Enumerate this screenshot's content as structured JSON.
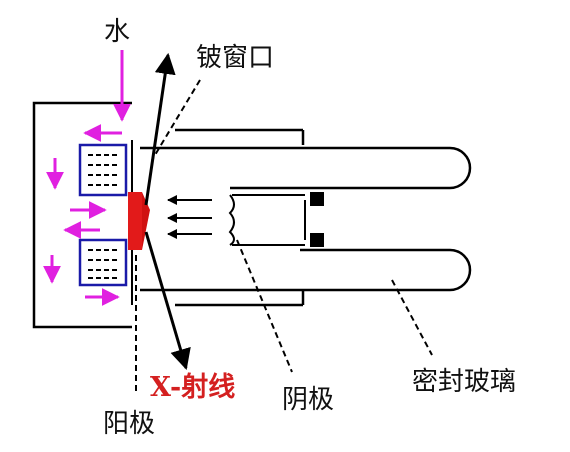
{
  "labels": {
    "water": "水",
    "window": "铍窗口",
    "xray": "X-射线",
    "anode": "阳极",
    "cathode": "阴极",
    "glass": "密封玻璃"
  },
  "colors": {
    "flow": "#e020e0",
    "target": "#e21a1a",
    "cooling_box": "#1a1aa8",
    "xray_text": "#d42020",
    "line": "#000000"
  }
}
